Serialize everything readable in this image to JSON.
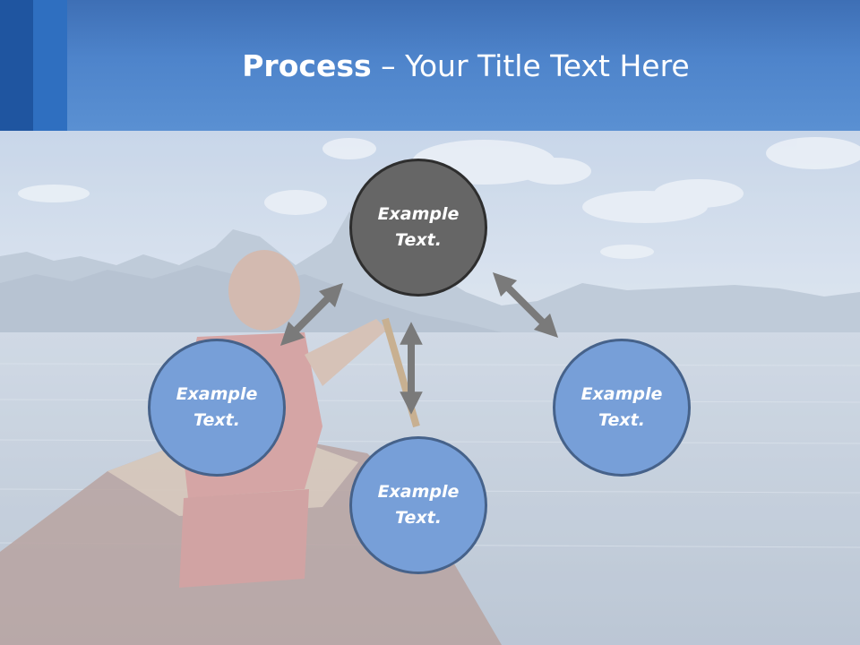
{
  "slide": {
    "title_bold": "Process",
    "title_rest": " – Your Title Text Here"
  },
  "diagram": {
    "nodes": [
      {
        "id": "top",
        "line1": "Example",
        "line2": "Text."
      },
      {
        "id": "left",
        "line1": "Example",
        "line2": "Text."
      },
      {
        "id": "bottom",
        "line1": "Example",
        "line2": "Text."
      },
      {
        "id": "right",
        "line1": "Example",
        "line2": "Text."
      }
    ]
  },
  "colors": {
    "header": "#4e84cb",
    "accent_dark": "#1f55a0",
    "accent_mid": "#2f6fc0",
    "node_blue": "#779fd8",
    "node_dark": "#666666",
    "arrow": "#7a7a7a"
  }
}
